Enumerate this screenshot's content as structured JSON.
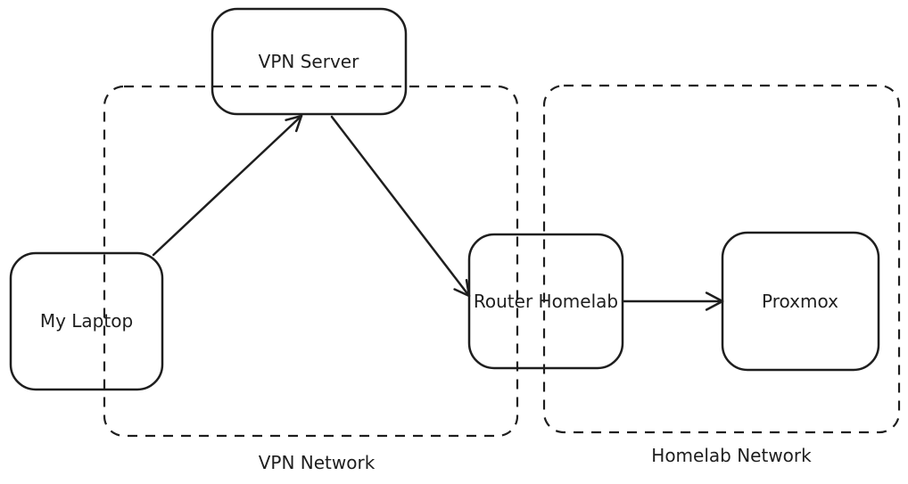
{
  "diagram": {
    "type": "network-diagram",
    "style": "hand-drawn-sketch",
    "colors": {
      "stroke": "#1e1e1e",
      "background": "#ffffff"
    },
    "nodes": [
      {
        "id": "my-laptop",
        "label": "My Laptop"
      },
      {
        "id": "vpn-server",
        "label": "VPN Server"
      },
      {
        "id": "router-homelab",
        "label": "Router Homelab"
      },
      {
        "id": "proxmox",
        "label": "Proxmox"
      }
    ],
    "groups": [
      {
        "id": "vpn-network",
        "label": "VPN Network",
        "contains": [
          "my-laptop",
          "vpn-server",
          "router-homelab"
        ]
      },
      {
        "id": "homelab-network",
        "label": "Homelab Network",
        "contains": [
          "router-homelab",
          "proxmox"
        ]
      }
    ],
    "edges": [
      {
        "id": "laptop-to-vpnserver",
        "from": "My Laptop",
        "to": "VPN Server",
        "directed": true
      },
      {
        "id": "vpnserver-to-router",
        "from": "VPN Server",
        "to": "Router Homelab",
        "directed": true
      },
      {
        "id": "router-to-proxmox",
        "from": "Router Homelab",
        "to": "Proxmox",
        "directed": true
      }
    ]
  }
}
